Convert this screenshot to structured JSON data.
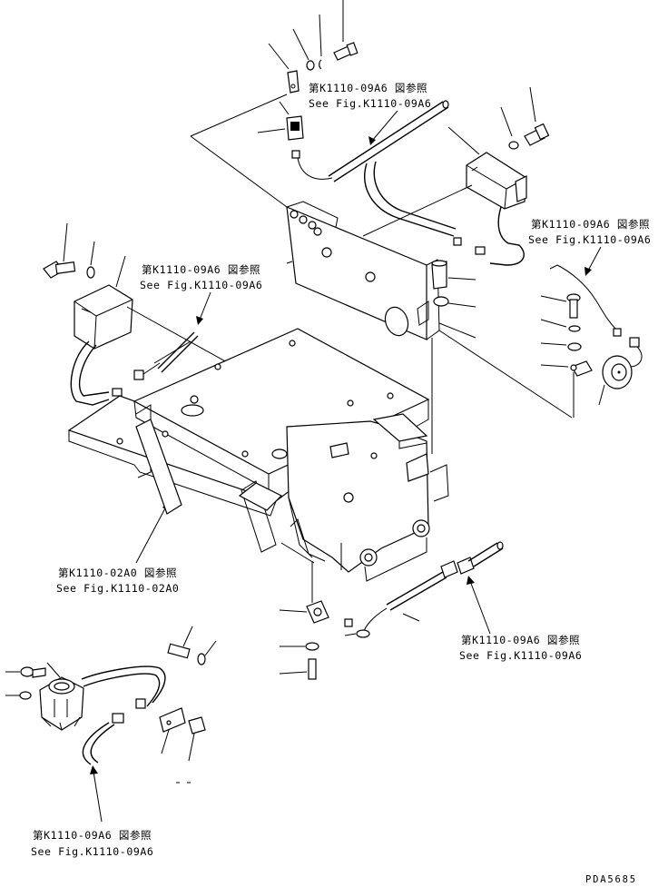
{
  "references": [
    {
      "jp": "第K1110-09A6 図参照",
      "en": "See Fig.K1110-09A6"
    },
    {
      "jp": "第K1110-09A6 図参照",
      "en": "See Fig.K1110-09A6"
    },
    {
      "jp": "第K1110-09A6 図参照",
      "en": "See Fig.K1110-09A6"
    },
    {
      "jp": "第K1110-02A0 図参照",
      "en": "See Fig.K1110-02A0"
    },
    {
      "jp": "第K1110-09A6 図参照",
      "en": "See Fig.K1110-09A6"
    },
    {
      "jp": "第K1110-09A6 図参照",
      "en": "See Fig.K1110-09A6"
    }
  ],
  "drawing_code": "PDA5685"
}
